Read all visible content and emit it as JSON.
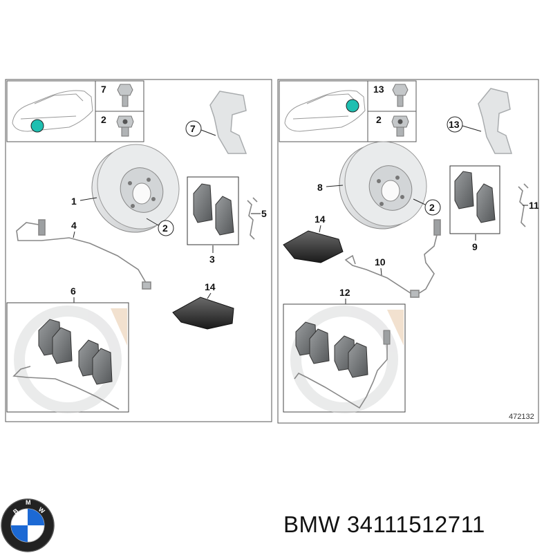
{
  "left_panel": {
    "labels": {
      "bolt_top": "7",
      "bolt_bottom": "2",
      "caliper_carrier": "7",
      "disc": "1",
      "disc_bolt": "2",
      "wear_sensor": "4",
      "pad_set": "3",
      "pad_clip": "5",
      "kit": "6",
      "lube_pack": "14"
    }
  },
  "right_panel": {
    "labels": {
      "bolt_top": "13",
      "bolt_bottom": "2",
      "caliper_carrier": "13",
      "disc": "8",
      "disc_bolt": "2",
      "pad_set": "9",
      "pad_clip": "11",
      "wear_sensor": "10",
      "lube_pack": "14",
      "kit": "12"
    },
    "figure_number": "472132"
  },
  "footer": {
    "brand": "BMW",
    "part_number": "34111512711",
    "logo_letters": "BMW"
  },
  "colors": {
    "frame": "#555555",
    "highlight": "#1fbfb1",
    "part_gray": "#cfd2d4",
    "pad_dark": "#6b6e70",
    "bmw_blue": "#1c69d4"
  }
}
